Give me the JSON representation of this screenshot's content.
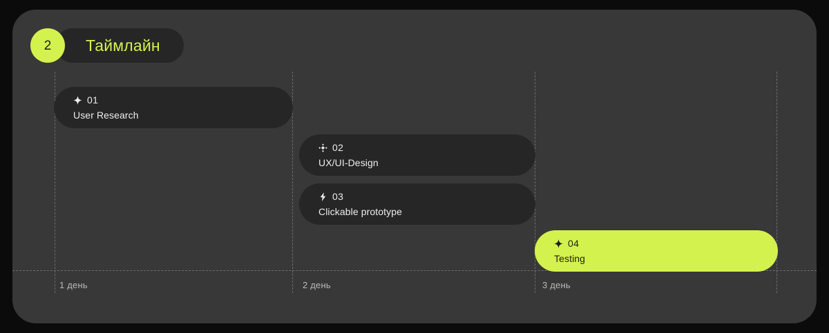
{
  "header": {
    "step_number": "2",
    "title": "Таймлайн"
  },
  "colors": {
    "accent": "#d4f24e",
    "panel_bg": "#383838",
    "card_bg": "#262626",
    "page_bg": "#0b0b0b",
    "grid_line": "#6d6d6d",
    "card_text": "#ededed",
    "accent_text": "#1d1d1d"
  },
  "axis": {
    "labels": [
      {
        "text": "1 день"
      },
      {
        "text": "2 день"
      },
      {
        "text": "3 день"
      }
    ]
  },
  "timeline": {
    "cards": [
      {
        "number": "01",
        "title": "User Research",
        "icon": "sparkle-icon",
        "accent": false
      },
      {
        "number": "02",
        "title": "UX/UI-Design",
        "icon": "diamond-cluster-icon",
        "accent": false
      },
      {
        "number": "03",
        "title": "Clickable prototype",
        "icon": "lightning-bolt-icon",
        "accent": false
      },
      {
        "number": "04",
        "title": "Testing",
        "icon": "sparkle-icon",
        "accent": true
      }
    ]
  }
}
